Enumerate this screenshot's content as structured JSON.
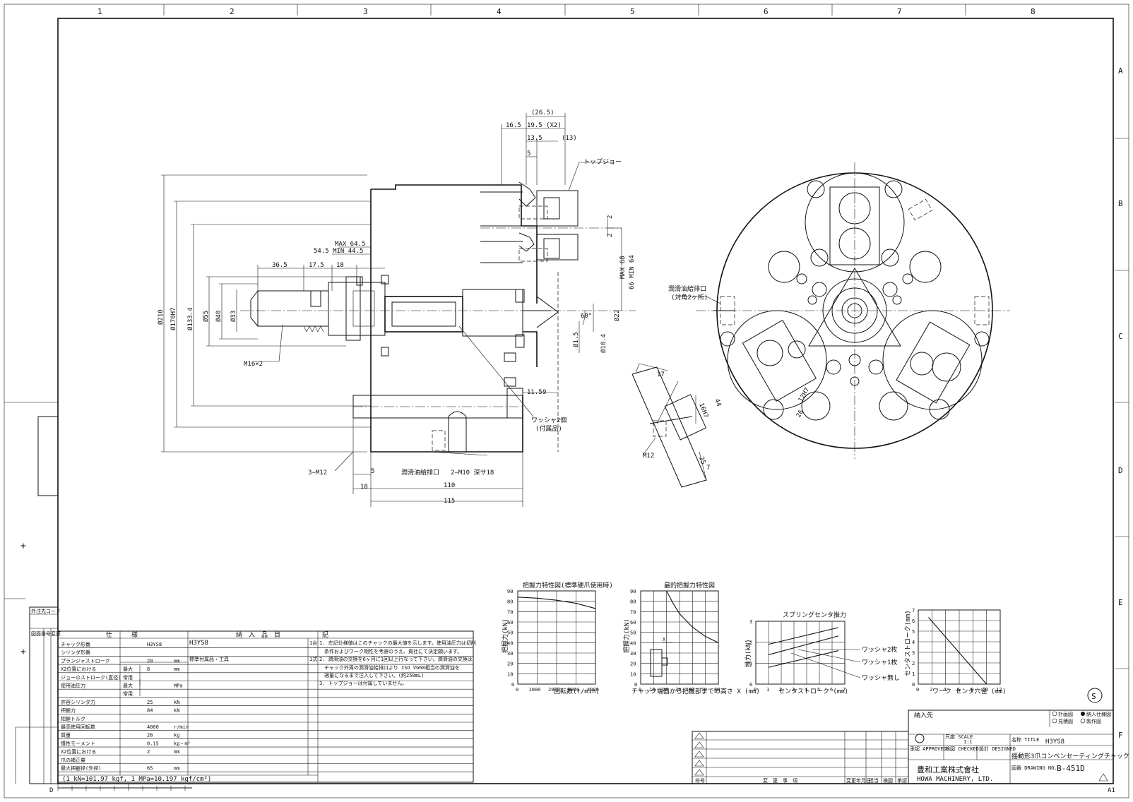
{
  "border": {
    "columns": [
      "1",
      "2",
      "3",
      "4",
      "5",
      "6",
      "7",
      "8"
    ],
    "rows": [
      "A",
      "B",
      "C",
      "D",
      "E",
      "F"
    ],
    "corner_bottom_left": "D",
    "corner_bottom_right": "A1"
  },
  "drawing": {
    "dimensions": {
      "d26_5": "(26.5)",
      "d16_5": "16.5",
      "d19_5": "19.5 (X2)",
      "d13_5": "13.5",
      "d13": "(13)",
      "d5_top": "5",
      "top_jaw": "トップジョー",
      "max_64_5": "MAX 64.5",
      "min_44_5": "54.5 MIN 44.5",
      "d36_5": "36.5",
      "d17_5": "17.5",
      "d18": "18",
      "phi210": "Ø210",
      "phi170": "Ø170H7",
      "phi133": "Ø133.4",
      "phi55": "Ø55",
      "phi40": "Ø40",
      "phi33": "Ø33",
      "m16": "M16×2",
      "max68": "MAX 68",
      "min64": "66 MIN 64",
      "angle60": "60°",
      "phi22": "Ø22",
      "phi1_5": "Ø1.5",
      "phi10_4": "Ø10.4",
      "d2a": "2",
      "d2b": "2",
      "d11_5": "11.5",
      "d9": "9",
      "washer": "ワッシャ2個",
      "washer_sub": "(付属品)",
      "m12_3": "3−M12",
      "lube_port_side": "潤滑油給排口",
      "m10": "2−M10 深サ18",
      "d5_bot": "5",
      "d18_bot": "18",
      "d110": "110",
      "d115": "115",
      "lube_port_front": "潤滑油給排口",
      "lube_port_front_sub": "(対角2ヶ所)",
      "d17": "17",
      "d44": "44",
      "d16h7": "16H7",
      "d12h7": "12H7",
      "d26": "26",
      "d7": "7",
      "d25": "25",
      "m12": "M12"
    }
  },
  "charts_text": {
    "chart1_title": "把握力特性図(標準硬爪使用時)",
    "chart1_ylabel": "把握力(kN)",
    "chart1_xlabel": "回転数(r/min)",
    "chart2_title": "最的把握力特性図",
    "chart2_ylabel": "把握力(kN)",
    "chart2_xlabel": "チャック端面から把握部までの高さ X (mm)",
    "chart3_title": "スプリングセンタ推力",
    "chart3_ylabel": "推力(kN)",
    "chart3_xlabel": "センタストローク (mm)",
    "chart3_labels": [
      "ワッシャ2枚",
      "ワッシャ1枚",
      "ワッシャ無し"
    ],
    "chart4_ylabel": "センタストローク(mm)",
    "chart4_xlabel": "ワーク センタ穴径 (mm)"
  },
  "chart_data": [
    {
      "type": "line",
      "title": "把握力特性図(標準硬爪使用時)",
      "xlabel": "回転数(r/min)",
      "ylabel": "把握力(kN)",
      "xlim": [
        0,
        4000
      ],
      "ylim": [
        0,
        90
      ],
      "xticks": [
        "0",
        "1000",
        "2000",
        "3000",
        "4000"
      ],
      "yticks": [
        "0",
        "10",
        "20",
        "30",
        "40",
        "50",
        "60",
        "70",
        "80",
        "90"
      ],
      "series": [
        {
          "x": [
            0,
            1000,
            2000,
            3000,
            4000
          ],
          "y": [
            84,
            83,
            81,
            78,
            73
          ]
        }
      ]
    },
    {
      "type": "line",
      "title": "最的把握力特性図",
      "xlabel": "チャック端面から把握部までの高さ X (mm)",
      "ylabel": "把握力(kN)",
      "xlim": [
        0,
        60
      ],
      "ylim": [
        0,
        90
      ],
      "xticks": [
        "0",
        "10",
        "20",
        "30",
        "40",
        "50",
        "60"
      ],
      "yticks": [
        "0",
        "10",
        "20",
        "30",
        "40",
        "50",
        "60",
        "70",
        "80",
        "90"
      ],
      "series": [
        {
          "x": [
            20,
            25,
            30,
            40,
            50,
            60
          ],
          "y": [
            90,
            78,
            68,
            55,
            46,
            40
          ]
        }
      ]
    },
    {
      "type": "line",
      "title": "スプリングセンタ推力",
      "xlabel": "センタストローク (mm)",
      "ylabel": "推力(kN)",
      "xlim": [
        0,
        7
      ],
      "ylim": [
        0,
        3
      ],
      "xticks": [
        "0",
        "1",
        "2",
        "3",
        "4",
        "5",
        "6",
        "7"
      ],
      "yticks": [
        "0",
        "1",
        "2",
        "3"
      ],
      "series": [
        {
          "name": "ワッシャ2枚",
          "x": [
            1,
            6.5
          ],
          "y": [
            1.9,
            2.7
          ]
        },
        {
          "name": "ワッシャ1枚",
          "x": [
            1,
            6.5
          ],
          "y": [
            1.4,
            2.3
          ]
        },
        {
          "name": "ワッシャ無し",
          "x": [
            1,
            6.5
          ],
          "y": [
            0.8,
            1.6
          ]
        }
      ]
    },
    {
      "type": "line",
      "xlabel": "ワーク センタ穴径 (mm)",
      "ylabel": "センタストローク(mm)",
      "xlim": [
        0,
        12
      ],
      "ylim": [
        0,
        7
      ],
      "xticks": [
        "0",
        "2",
        "4",
        "6",
        "8",
        "10",
        "12"
      ],
      "yticks": [
        "0",
        "1",
        "2",
        "3",
        "4",
        "5",
        "6",
        "7"
      ],
      "series": [
        {
          "x": [
            1.5,
            10
          ],
          "y": [
            6.3,
            0
          ]
        }
      ]
    }
  ],
  "spec_table": {
    "header_spec": "仕　　　様",
    "header_delivery": "納　入　品　目",
    "header_notes": "記",
    "rows": [
      {
        "label": "チャック形番",
        "sub": "",
        "value": "H3YS8",
        "unit": ""
      },
      {
        "label": "シリンダ形番",
        "sub": "",
        "value": "",
        "unit": ""
      },
      {
        "label": "プランジャストローク",
        "sub": "",
        "value": "20",
        "unit": "mm"
      },
      {
        "label": "X2位置における",
        "sub": "最大",
        "value": "8",
        "unit": "mm"
      },
      {
        "label": "ジョーのストローク(直径)",
        "sub": "常用",
        "value": "",
        "unit": ""
      },
      {
        "label": "使用油圧力",
        "sub": "最大",
        "value": "",
        "unit": "MPa"
      },
      {
        "label": "",
        "sub": "常用",
        "value": "",
        "unit": ""
      },
      {
        "label": "許容シリンダ力",
        "sub": "",
        "value": "25",
        "unit": "kN"
      },
      {
        "label": "把握力",
        "sub": "",
        "value": "84",
        "unit": "kN"
      },
      {
        "label": "把握トルク",
        "sub": "",
        "value": "",
        "unit": ""
      },
      {
        "label": "最高使用回転数",
        "sub": "",
        "value": "4000",
        "unit": "r/min"
      },
      {
        "label": "質量",
        "sub": "",
        "value": "28",
        "unit": "kg"
      },
      {
        "label": "慣性モーメント",
        "sub": "",
        "value": "0.15",
        "unit": "kg・m²"
      },
      {
        "label": "X2位置における",
        "sub": "",
        "value": "2",
        "unit": "mm"
      },
      {
        "label": "爪の補正量",
        "sub": "",
        "value": "",
        "unit": ""
      },
      {
        "label": "最大把握径(外径)",
        "sub": "",
        "value": "65",
        "unit": "mm"
      }
    ],
    "footnote": "(1 kN=101.97 kgf, 1 MPa=10.197 kgf/cm²)",
    "delivery_items": [
      {
        "name": "H3YS8",
        "qty": "1台"
      },
      {
        "name": "標準付属品・工具",
        "qty": "1式"
      }
    ],
    "notes": [
      "1. 左記仕様値はこのチャックの最大値を示します。使用油圧力は切削",
      "　条件およびワーク剛性を考慮のうえ、貴社にて決定願います。",
      "2. 潤滑油の交換を6ヶ月に1回以上行なって下さい。潤滑油の交換は",
      "　チャック外周の潤滑油給排口より ISO VG68相当の潤滑油を",
      "　適量になるまで注入して下さい。(約250mL)",
      "3. トップジョーは付属していません。"
    ],
    "side_label": "外注先コード",
    "side_label2": "図面番号変更"
  },
  "title_block": {
    "delivery_to": "納入先",
    "checks": [
      "計画図",
      "見積図",
      "納入仕様図",
      "製作図"
    ],
    "scale_label": "尺度 SCALE",
    "scale": "1:1",
    "approved": "承認 APPROVED",
    "checked": "検図 CHECKED",
    "designed": "設計 DESIGNED",
    "title_label": "名称 TITLE",
    "model": "H3YS8",
    "title": "揺動形3爪コンペンセーティングチャック",
    "drawing_no_label": "図番 DRAWING NO.",
    "drawing_no": "B-451D",
    "company_ja": "豊和工業株式會社",
    "company_en": "HOWA MACHINERY, LTD.",
    "rev_header": [
      "符号",
      "",
      "変　更　事　項",
      "変更年月日",
      "担当",
      "検図",
      "承認"
    ],
    "s_mark": "S"
  }
}
